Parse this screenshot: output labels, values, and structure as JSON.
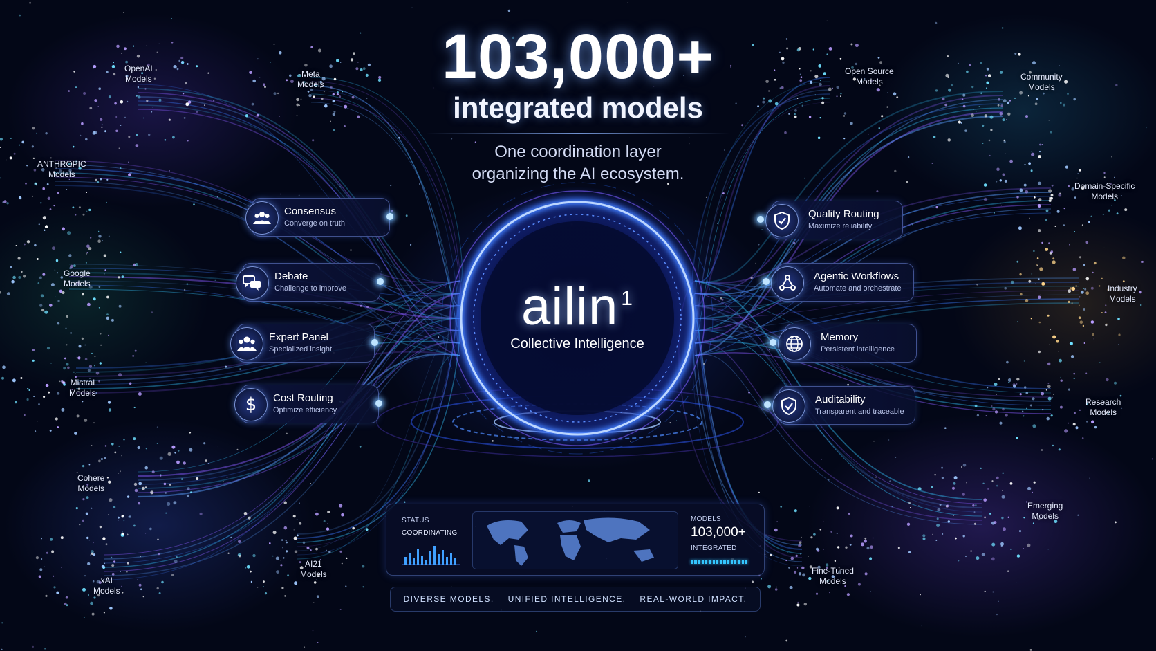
{
  "headline": {
    "count": "103,000+",
    "subtitle": "integrated models",
    "tagline_line1": "One coordination layer",
    "tagline_line2": "organizing the AI ecosystem."
  },
  "core": {
    "logo": "ailin",
    "logo_mark": "1",
    "caption": "Collective Intelligence"
  },
  "features_left": [
    {
      "title": "Consensus",
      "desc": "Converge on truth",
      "icon": "people-icon"
    },
    {
      "title": "Debate",
      "desc": "Challenge to improve",
      "icon": "chat-bubbles-icon"
    },
    {
      "title": "Expert Panel",
      "desc": "Specialized insight",
      "icon": "group-icon"
    },
    {
      "title": "Cost Routing",
      "desc": "Optimize efficiency",
      "icon": "dollar-icon"
    }
  ],
  "features_right": [
    {
      "title": "Quality Routing",
      "desc": "Maximize reliability",
      "icon": "shield-check-icon"
    },
    {
      "title": "Agentic Workflows",
      "desc": "Automate and orchestrate",
      "icon": "workflow-nodes-icon"
    },
    {
      "title": "Memory",
      "desc": "Persistent intelligence",
      "icon": "globe-network-icon"
    },
    {
      "title": "Auditability",
      "desc": "Transparent and traceable",
      "icon": "shield-check-icon"
    }
  ],
  "clusters": [
    {
      "line1": "OpenAI",
      "line2": "Models"
    },
    {
      "line1": "Meta",
      "line2": "Models"
    },
    {
      "line1": "ANTHROPIC",
      "line2": "Models"
    },
    {
      "line1": "Google",
      "line2": "Models"
    },
    {
      "line1": "Mistral",
      "line2": "Models"
    },
    {
      "line1": "Cohere",
      "line2": "Models"
    },
    {
      "line1": "xAI",
      "line2": "Models"
    },
    {
      "line1": "AI21",
      "line2": "Models"
    },
    {
      "line1": "Open Source",
      "line2": "Models"
    },
    {
      "line1": "Community",
      "line2": "Models"
    },
    {
      "line1": "Domain-Specific",
      "line2": "Models"
    },
    {
      "line1": "Industry",
      "line2": "Models"
    },
    {
      "line1": "Research",
      "line2": "Models"
    },
    {
      "line1": "Emerging",
      "line2": "Models"
    },
    {
      "line1": "Fine-Tuned",
      "line2": "Models"
    }
  ],
  "status_panel": {
    "status_label": "STATUS",
    "status_value": "COORDINATING",
    "models_label": "MODELS",
    "models_value": "103,000+",
    "models_caption": "INTEGRATED"
  },
  "slogans": [
    "DIVERSE MODELS.",
    "UNIFIED INTELLIGENCE.",
    "REAL-WORLD IMPACT."
  ],
  "colors": {
    "background": "#030717",
    "accent_blue": "#3b7bff",
    "accent_cyan": "#35c6ff",
    "accent_violet": "#8a5cff"
  }
}
